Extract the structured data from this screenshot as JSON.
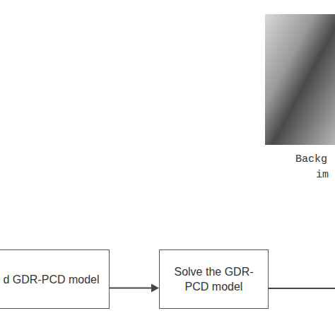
{
  "diagram": {
    "nodes": [
      {
        "text": [
          "d GDR-PCD model"
        ]
      },
      {
        "text": [
          "Solve the GDR- PCD model"
        ]
      }
    ],
    "edges": [
      {
        "from": 0,
        "to": 1,
        "arrow": "to"
      }
    ],
    "labels": [
      "Backg",
      "im"
    ]
  }
}
